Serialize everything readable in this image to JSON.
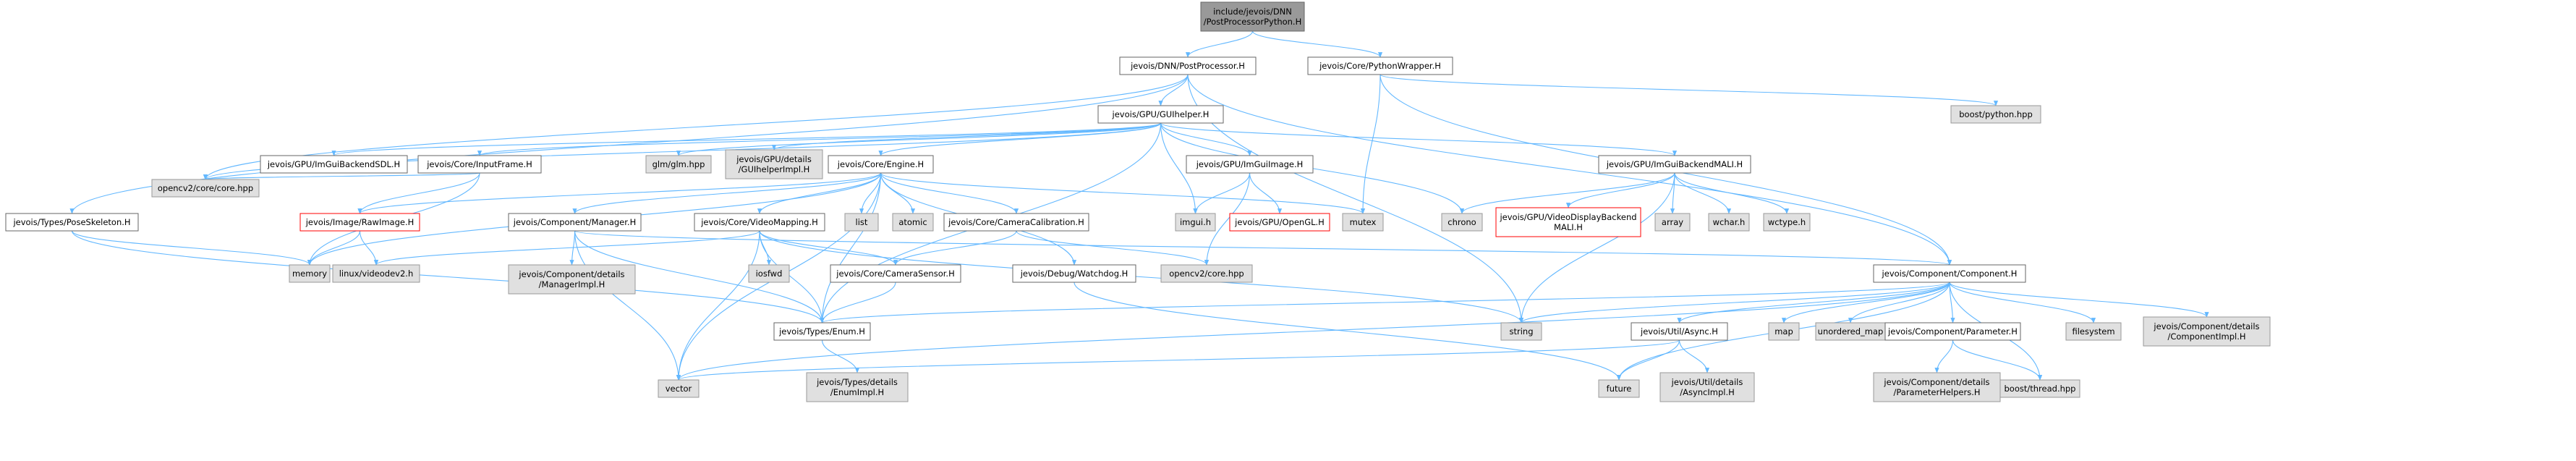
{
  "graph": {
    "colors": {
      "root_fill": "#999999",
      "node_fill": "#ffffff",
      "node_stroke": "#666666",
      "external_fill": "#e0e0e0",
      "external_stroke": "#999999",
      "missing_stroke": "#ff0000",
      "edge": "#63b8ff"
    },
    "nodes": [
      {
        "id": "root",
        "lines": [
          "include/jevois/DNN",
          "/PostProcessorPython.H"
        ],
        "style": "root"
      },
      {
        "id": "postproc",
        "lines": [
          "jevois/DNN/PostProcessor.H"
        ],
        "style": "normal"
      },
      {
        "id": "pywrap",
        "lines": [
          "jevois/Core/PythonWrapper.H"
        ],
        "style": "normal"
      },
      {
        "id": "guihelper",
        "lines": [
          "jevois/GPU/GUIhelper.H"
        ],
        "style": "normal"
      },
      {
        "id": "boostpy",
        "lines": [
          "boost/python.hpp"
        ],
        "style": "external"
      },
      {
        "id": "imguisdl",
        "lines": [
          "jevois/GPU/ImGuiBackendSDL.H"
        ],
        "style": "normal"
      },
      {
        "id": "inputframe",
        "lines": [
          "jevois/Core/InputFrame.H"
        ],
        "style": "normal"
      },
      {
        "id": "glm",
        "lines": [
          "glm/glm.hpp"
        ],
        "style": "external"
      },
      {
        "id": "guidetail",
        "lines": [
          "jevois/GPU/details",
          "/GUIhelperImpl.H"
        ],
        "style": "external"
      },
      {
        "id": "engine",
        "lines": [
          "jevois/Core/Engine.H"
        ],
        "style": "normal"
      },
      {
        "id": "imguiimage",
        "lines": [
          "jevois/GPU/ImGuiImage.H"
        ],
        "style": "normal"
      },
      {
        "id": "imguimali",
        "lines": [
          "jevois/GPU/ImGuiBackendMALI.H"
        ],
        "style": "normal"
      },
      {
        "id": "poseskel",
        "lines": [
          "jevois/Types/PoseSkeleton.H"
        ],
        "style": "normal"
      },
      {
        "id": "opencvcore",
        "lines": [
          "opencv2/core/core.hpp"
        ],
        "style": "external"
      },
      {
        "id": "rawimage",
        "lines": [
          "jevois/Image/RawImage.H"
        ],
        "style": "missing"
      },
      {
        "id": "list",
        "lines": [
          "list"
        ],
        "style": "external"
      },
      {
        "id": "atomic",
        "lines": [
          "atomic"
        ],
        "style": "external"
      },
      {
        "id": "imgui",
        "lines": [
          "imgui.h"
        ],
        "style": "external"
      },
      {
        "id": "opengl",
        "lines": [
          "jevois/GPU/OpenGL.H"
        ],
        "style": "missing"
      },
      {
        "id": "mutex",
        "lines": [
          "mutex"
        ],
        "style": "external"
      },
      {
        "id": "chrono",
        "lines": [
          "chrono"
        ],
        "style": "external"
      },
      {
        "id": "videodisp",
        "lines": [
          "jevois/GPU/VideoDisplayBackend",
          "MALI.H"
        ],
        "style": "missing"
      },
      {
        "id": "array",
        "lines": [
          "array"
        ],
        "style": "external"
      },
      {
        "id": "wchar",
        "lines": [
          "wchar.h"
        ],
        "style": "external"
      },
      {
        "id": "wctype",
        "lines": [
          "wctype.h"
        ],
        "style": "external"
      },
      {
        "id": "compmgr",
        "lines": [
          "jevois/Component/Manager.H"
        ],
        "style": "normal"
      },
      {
        "id": "videomap",
        "lines": [
          "jevois/Core/VideoMapping.H"
        ],
        "style": "normal"
      },
      {
        "id": "camcal",
        "lines": [
          "jevois/Core/CameraCalibration.H"
        ],
        "style": "normal"
      },
      {
        "id": "memory",
        "lines": [
          "memory"
        ],
        "style": "external"
      },
      {
        "id": "videodev",
        "lines": [
          "linux/videodev2.h"
        ],
        "style": "external"
      },
      {
        "id": "mgrimpl",
        "lines": [
          "jevois/Component/details",
          "/ManagerImpl.H"
        ],
        "style": "external"
      },
      {
        "id": "iosfwd",
        "lines": [
          "iosfwd"
        ],
        "style": "external"
      },
      {
        "id": "camsensor",
        "lines": [
          "jevois/Core/CameraSensor.H"
        ],
        "style": "normal"
      },
      {
        "id": "watchdog",
        "lines": [
          "jevois/Debug/Watchdog.H"
        ],
        "style": "normal"
      },
      {
        "id": "opencvcore2",
        "lines": [
          "opencv2/core.hpp"
        ],
        "style": "external"
      },
      {
        "id": "component",
        "lines": [
          "jevois/Component/Component.H"
        ],
        "style": "normal"
      },
      {
        "id": "enum",
        "lines": [
          "jevois/Types/Enum.H"
        ],
        "style": "normal"
      },
      {
        "id": "enumimpl",
        "lines": [
          "jevois/Types/details",
          "/EnumImpl.H"
        ],
        "style": "external"
      },
      {
        "id": "vector",
        "lines": [
          "vector"
        ],
        "style": "external"
      },
      {
        "id": "string",
        "lines": [
          "string"
        ],
        "style": "external"
      },
      {
        "id": "async",
        "lines": [
          "jevois/Util/Async.H"
        ],
        "style": "normal"
      },
      {
        "id": "map",
        "lines": [
          "map"
        ],
        "style": "external"
      },
      {
        "id": "umap",
        "lines": [
          "unordered_map"
        ],
        "style": "external"
      },
      {
        "id": "param",
        "lines": [
          "jevois/Component/Parameter.H"
        ],
        "style": "normal"
      },
      {
        "id": "filesystem",
        "lines": [
          "filesystem"
        ],
        "style": "external"
      },
      {
        "id": "compimpl",
        "lines": [
          "jevois/Component/details",
          "/ComponentImpl.H"
        ],
        "style": "external"
      },
      {
        "id": "future",
        "lines": [
          "future"
        ],
        "style": "external"
      },
      {
        "id": "asyncimpl",
        "lines": [
          "jevois/Util/details",
          "/AsyncImpl.H"
        ],
        "style": "external"
      },
      {
        "id": "paramhelpers",
        "lines": [
          "jevois/Component/details",
          "/ParameterHelpers.H"
        ],
        "style": "external"
      },
      {
        "id": "boostthread",
        "lines": [
          "boost/thread.hpp"
        ],
        "style": "external"
      }
    ],
    "edges": [
      [
        "root",
        "postproc"
      ],
      [
        "root",
        "pywrap"
      ],
      [
        "postproc",
        "guihelper"
      ],
      [
        "postproc",
        "opencvcore"
      ],
      [
        "postproc",
        "poseskel"
      ],
      [
        "postproc",
        "component"
      ],
      [
        "postproc",
        "string"
      ],
      [
        "pywrap",
        "boostpy"
      ],
      [
        "pywrap",
        "component"
      ],
      [
        "pywrap",
        "mutex"
      ],
      [
        "guihelper",
        "imguisdl"
      ],
      [
        "guihelper",
        "inputframe"
      ],
      [
        "guihelper",
        "glm"
      ],
      [
        "guihelper",
        "guidetail"
      ],
      [
        "guihelper",
        "engine"
      ],
      [
        "guihelper",
        "imguiimage"
      ],
      [
        "guihelper",
        "imguimali"
      ],
      [
        "guihelper",
        "opencvcore"
      ],
      [
        "guihelper",
        "imgui"
      ],
      [
        "guihelper",
        "chrono"
      ],
      [
        "guihelper",
        "enum"
      ],
      [
        "inputframe",
        "rawimage"
      ],
      [
        "inputframe",
        "opencvcore"
      ],
      [
        "inputframe",
        "memory"
      ],
      [
        "engine",
        "list"
      ],
      [
        "engine",
        "atomic"
      ],
      [
        "engine",
        "mutex"
      ],
      [
        "engine",
        "rawimage"
      ],
      [
        "engine",
        "compmgr"
      ],
      [
        "engine",
        "videomap"
      ],
      [
        "engine",
        "camcal"
      ],
      [
        "engine",
        "watchdog"
      ],
      [
        "engine",
        "memory"
      ],
      [
        "engine",
        "enum"
      ],
      [
        "engine",
        "vector"
      ],
      [
        "imguiimage",
        "imgui"
      ],
      [
        "imguiimage",
        "opengl"
      ],
      [
        "imguiimage",
        "opencvcore2"
      ],
      [
        "imguimali",
        "chrono"
      ],
      [
        "imguimali",
        "videodisp"
      ],
      [
        "imguimali",
        "array"
      ],
      [
        "imguimali",
        "wchar"
      ],
      [
        "imguimali",
        "wctype"
      ],
      [
        "imguimali",
        "string"
      ],
      [
        "poseskel",
        "memory"
      ],
      [
        "poseskel",
        "enum"
      ],
      [
        "rawimage",
        "memory"
      ],
      [
        "rawimage",
        "videodev"
      ],
      [
        "compmgr",
        "component"
      ],
      [
        "compmgr",
        "mgrimpl"
      ],
      [
        "compmgr",
        "vector"
      ],
      [
        "compmgr",
        "enum"
      ],
      [
        "videomap",
        "videodev"
      ],
      [
        "videomap",
        "iosfwd"
      ],
      [
        "videomap",
        "camsensor"
      ],
      [
        "videomap",
        "enum"
      ],
      [
        "videomap",
        "vector"
      ],
      [
        "videomap",
        "string"
      ],
      [
        "camcal",
        "camsensor"
      ],
      [
        "camcal",
        "opencvcore2"
      ],
      [
        "camsensor",
        "enum"
      ],
      [
        "watchdog",
        "future"
      ],
      [
        "component",
        "string"
      ],
      [
        "component",
        "vector"
      ],
      [
        "component",
        "async"
      ],
      [
        "component",
        "map"
      ],
      [
        "component",
        "umap"
      ],
      [
        "component",
        "param"
      ],
      [
        "component",
        "filesystem"
      ],
      [
        "component",
        "compimpl"
      ],
      [
        "component",
        "future"
      ],
      [
        "component",
        "boostthread"
      ],
      [
        "component",
        "enum"
      ],
      [
        "enum",
        "enumimpl"
      ],
      [
        "async",
        "future"
      ],
      [
        "async",
        "asyncimpl"
      ],
      [
        "async",
        "vector"
      ],
      [
        "param",
        "paramhelpers"
      ],
      [
        "param",
        "boostthread"
      ]
    ]
  }
}
